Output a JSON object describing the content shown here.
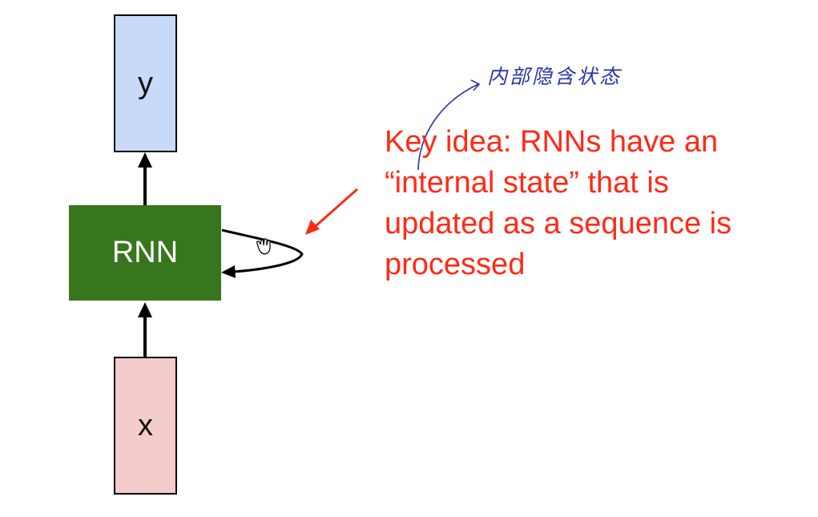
{
  "diagram": {
    "output_box": {
      "label": "y",
      "fill": "#c9daf8"
    },
    "rnn_box": {
      "label": "RNN",
      "fill": "#38761d",
      "text_color": "#ffffff"
    },
    "input_box": {
      "label": "x",
      "fill": "#f4cccc"
    },
    "key_idea": {
      "lines": [
        "Key idea: RNNs have an",
        "“internal state” that is",
        "updated as a sequence is",
        "processed"
      ],
      "color": "#ff2a16"
    },
    "handwritten_note": {
      "text": "内部隐含状态",
      "color": "#2a35a8"
    },
    "icons": [
      "hand-cursor-icon"
    ]
  }
}
